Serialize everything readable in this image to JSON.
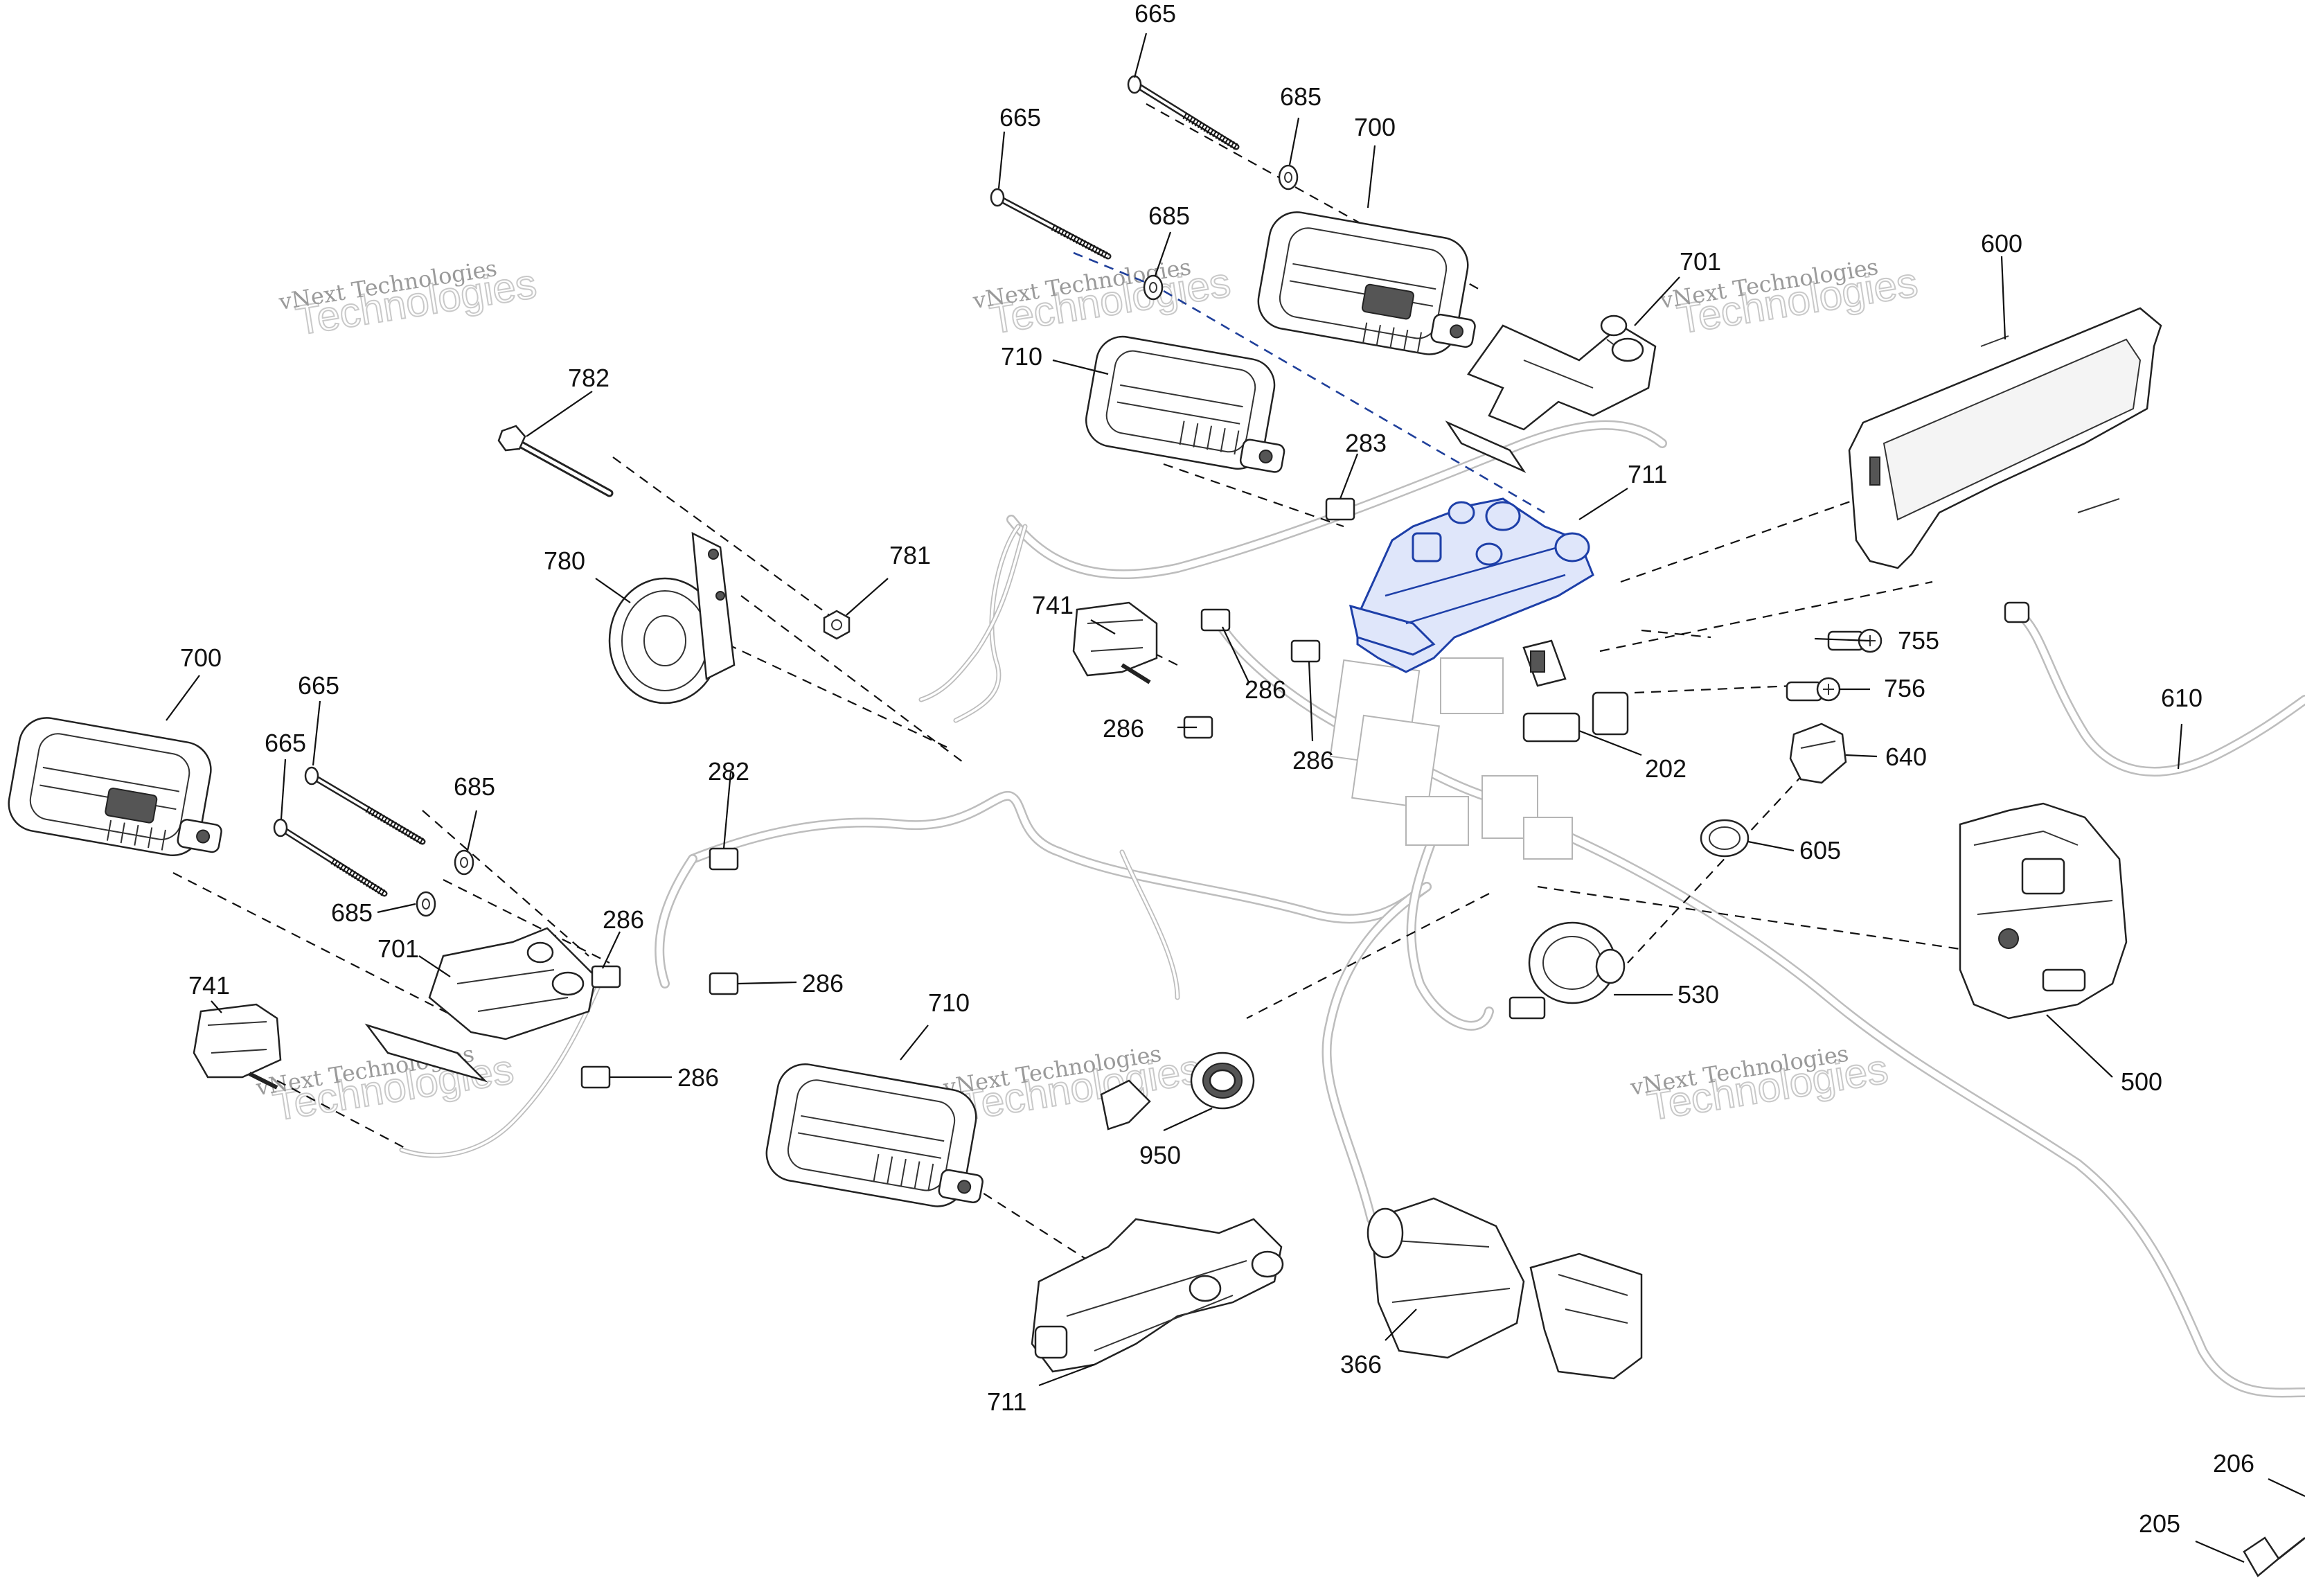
{
  "labels": {
    "p665_a": "665",
    "p665_b": "665",
    "p665_c": "665",
    "p665_d": "665",
    "p685_a": "685",
    "p685_b": "685",
    "p685_c": "685",
    "p685_d": "685",
    "p700_a": "700",
    "p700_b": "700",
    "p701_a": "701",
    "p701_b": "701",
    "p710_a": "710",
    "p710_b": "710",
    "p711_a": "711",
    "p711_b": "711",
    "p741_a": "741",
    "p741_b": "741",
    "p780": "780",
    "p781": "781",
    "p782": "782",
    "p283": "283",
    "p282": "282",
    "p286_a": "286",
    "p286_b": "286",
    "p286_c": "286",
    "p286_d": "286",
    "p286_e": "286",
    "p286_f": "286",
    "p202": "202",
    "p600": "600",
    "p610": "610",
    "p755": "755",
    "p756": "756",
    "p640": "640",
    "p605": "605",
    "p530": "530",
    "p500": "500",
    "p950": "950",
    "p366": "366",
    "p206": "206",
    "p205": "205"
  },
  "watermark": {
    "line1": "vNext Technologies",
    "line2": "Technologies"
  },
  "highlight_color": "#1d3fa8",
  "icons": [
    "amplifier-module",
    "mounting-bracket",
    "bolt",
    "washer",
    "horn",
    "nut",
    "speaker-connector",
    "display-cluster",
    "wiring-harness",
    "switch-pack",
    "ignition-switch",
    "usb-outlet",
    "key-switch",
    "relay",
    "connector-plug"
  ]
}
